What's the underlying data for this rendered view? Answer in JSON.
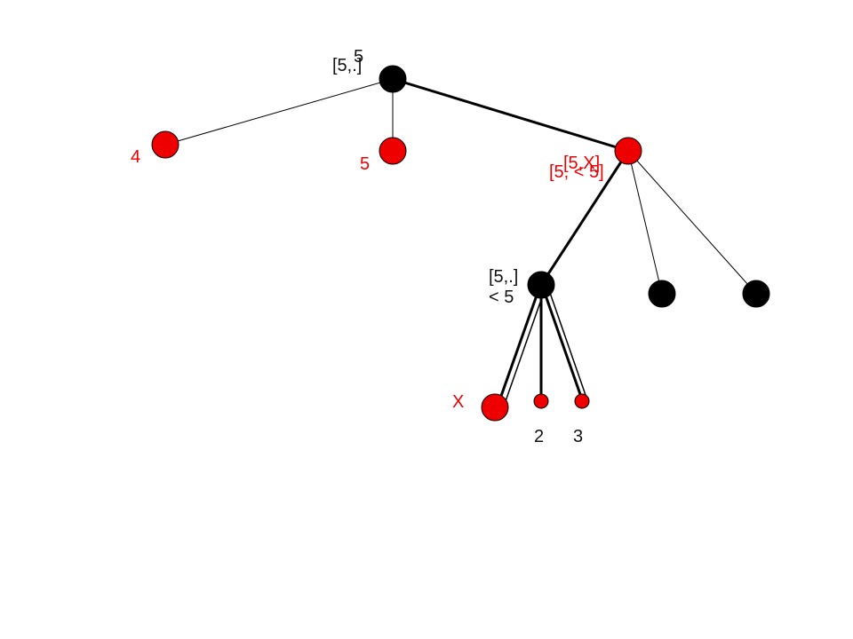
{
  "colors": {
    "black_node": "#000000",
    "red_node": "#ee0000",
    "red_text": "#ee0000",
    "black_text": "#111111",
    "edge": "#000000"
  },
  "labels": {
    "root_value": "5",
    "root_interval": "[5,.]",
    "left_leaf_value": "4",
    "middle_leaf_value": "5",
    "right_node_interval": "[5,X]",
    "right_node_interval_updated": "[5, < 5]",
    "sub_node_interval": "[5,.]",
    "sub_node_bound": "< 5",
    "pruned_leaf_mark": "X",
    "small_leaf_1_value": "2",
    "small_leaf_2_value": "3"
  }
}
